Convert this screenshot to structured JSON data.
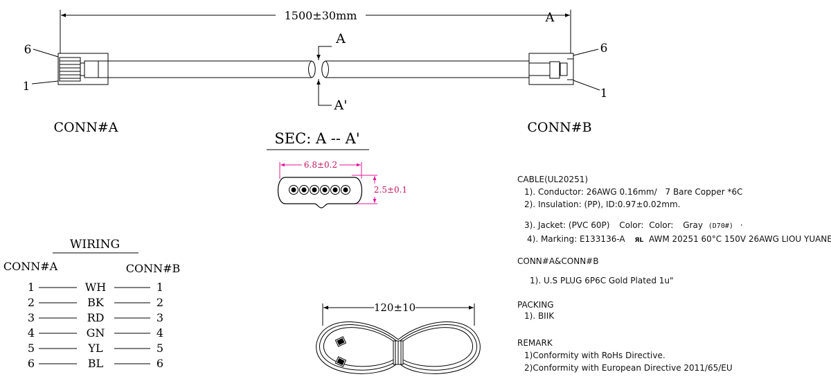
{
  "length_dim": "1500±30mm",
  "section_marks": {
    "a": "A",
    "a_prime": "A'"
  },
  "connectors": {
    "a_label": "CONN#A",
    "b_label": "CONN#B",
    "pin_six": "6",
    "pin_one": "1"
  },
  "section": {
    "title": "SEC: A -- A'",
    "width_dim": "6.8±0.2",
    "height_dim": "2.5±0.1"
  },
  "wiring": {
    "title": "WIRING",
    "left_header": "CONN#A",
    "right_header": "CONN#B",
    "rows": [
      {
        "pin_a": "1",
        "color": "WH",
        "pin_b": "1"
      },
      {
        "pin_a": "2",
        "color": "BK",
        "pin_b": "2"
      },
      {
        "pin_a": "3",
        "color": "RD",
        "pin_b": "3"
      },
      {
        "pin_a": "4",
        "color": "GN",
        "pin_b": "4"
      },
      {
        "pin_a": "5",
        "color": "YL",
        "pin_b": "5"
      },
      {
        "pin_a": "6",
        "color": "BL",
        "pin_b": "6"
      }
    ]
  },
  "coil": {
    "dim": "120±10"
  },
  "spec": {
    "cable": {
      "heading": "CABLE(UL20251)",
      "conductor": "1). Conductor: 26AWG 0.16mm/",
      "conductor_strand": "7 Bare Copper *6C",
      "insulation": "2). Insulation: (PP), ID:0.97±0.02mm.",
      "jacket": "3). Jacket: (PVC 60P)",
      "color_label_1": "Color:",
      "color_label_2": "Color:",
      "color_value": "Gray",
      "color_code": "(D70#)",
      "color_dot": "·",
      "marking": "4). Marking: E133136-A",
      "ul_mark": "ЯL",
      "marking_rest": "AWM 20251 60°C 150V 26AWG LIOU YUANE"
    },
    "connectors": {
      "heading": "CONN#A&CONN#B",
      "item": "1). U.S PLUG 6P6C Gold Plated 1u\""
    },
    "packing": {
      "heading": "PACKING",
      "item": "1). BIIK"
    },
    "remark": {
      "heading": "REMARK",
      "items": [
        "1)Conformity with RoHs Directive.",
        "2)Conformity with European Directive 2011/65/EU"
      ]
    }
  }
}
